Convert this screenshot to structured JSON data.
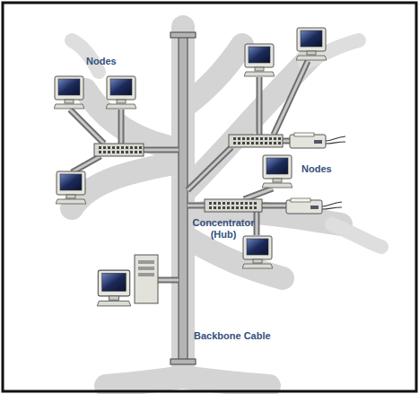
{
  "diagram": {
    "labels": [
      "Nodes",
      "Nodes",
      "Concentrator (Hub)",
      "Backbone Cable"
    ]
  }
}
